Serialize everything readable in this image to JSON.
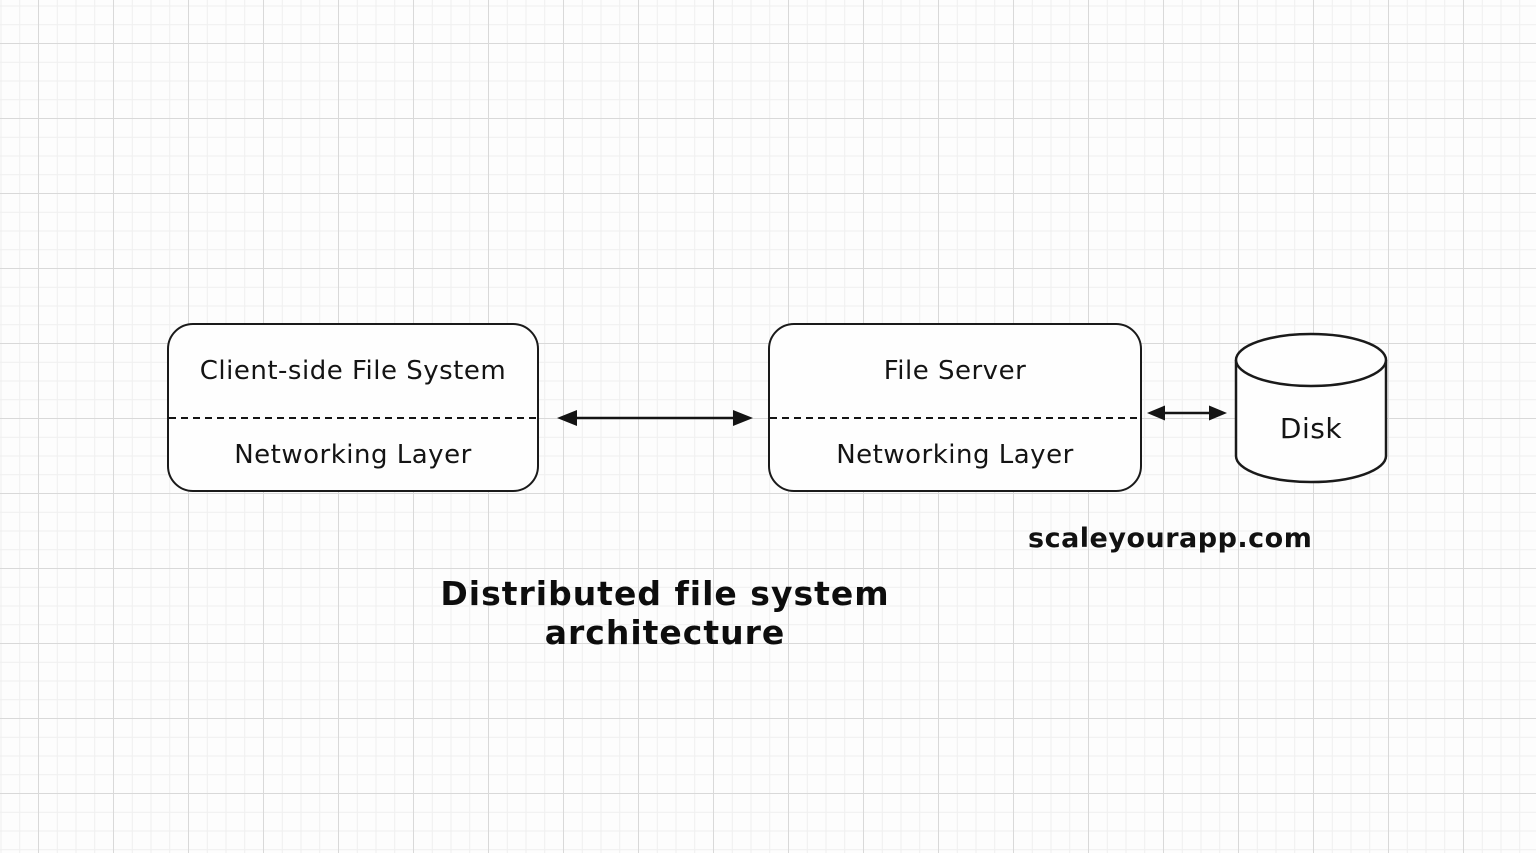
{
  "diagram": {
    "title": "Distributed file system architecture",
    "watermark": "scaleyourapp.com",
    "nodes": {
      "client": {
        "top_label": "Client-side File System",
        "bottom_label": "Networking Layer"
      },
      "server": {
        "top_label": "File Server",
        "bottom_label": "Networking Layer"
      },
      "disk": {
        "label": "Disk"
      }
    },
    "edges": [
      {
        "from": "client",
        "to": "server",
        "style": "double-headed-arrow"
      },
      {
        "from": "server",
        "to": "disk",
        "style": "double-headed-arrow"
      }
    ],
    "colors": {
      "background": "#fdfdfd",
      "grid_minor": "#efefef",
      "grid_major": "#d9d9d9",
      "stroke": "#1a1a1a",
      "node_fill": "#fefefe",
      "text": "#141414"
    }
  }
}
